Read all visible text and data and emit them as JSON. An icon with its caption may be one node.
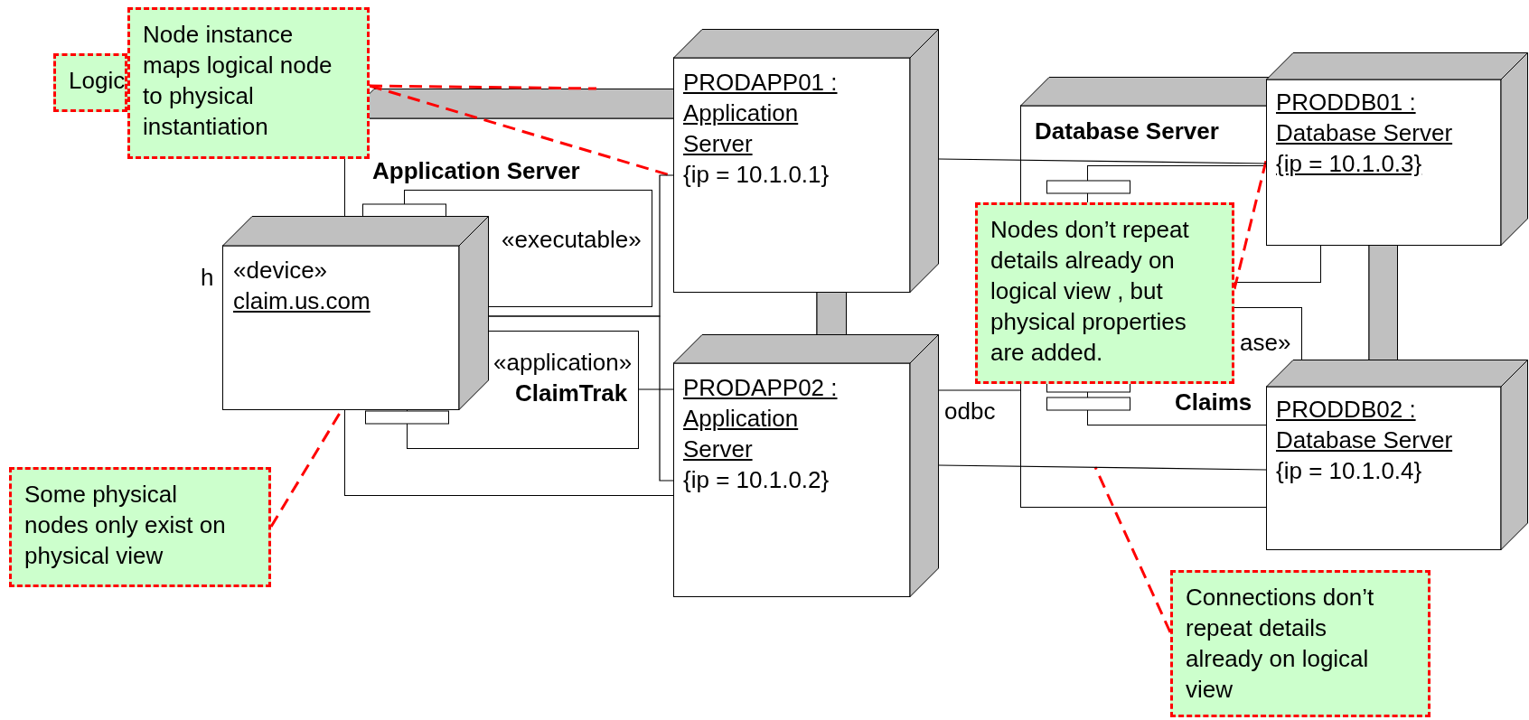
{
  "diagram": {
    "nodes": [
      {
        "text": [
          "Logic"
        ]
      },
      {
        "text": [
          "Node instance maps logical node to physical instantiation"
        ]
      },
      {
        "text": [
          "Application Server"
        ]
      },
      {
        "text": [
          "«executable»"
        ],
        "in": 2
      },
      {
        "text": [
          "«application»",
          "ClaimTrak"
        ],
        "in": 2
      },
      {
        "text": [
          "«device»",
          "claim.us.com"
        ],
        "beside": [
          "h"
        ]
      },
      {
        "text": [
          "PRODAPP01 : Application Server",
          "{ip = 10.1.0.1}"
        ]
      },
      {
        "text": [
          "PRODAPP02 : Application Server",
          "{ip = 10.1.0.2}"
        ]
      },
      {
        "text": [
          "Database Server"
        ]
      },
      {
        "text": [
          "ase»",
          "Claims"
        ],
        "in": 8
      },
      {
        "text": [],
        "shape": "box",
        "in": 8
      },
      {
        "text": [
          "PRODDB01 : Database Server",
          "{ip = 10.1.0.3}"
        ]
      },
      {
        "text": [
          "PRODDB02 : Database Server",
          "{ip = 10.1.0.4}"
        ]
      },
      {
        "text": [
          "Nodes don’t repeat details already on logical view , but physical properties are added."
        ]
      },
      {
        "text": [
          "Some physical nodes only exist on physical view"
        ]
      },
      {
        "text": [
          "Connections don’t repeat details already on logical view"
        ]
      }
    ],
    "edges": [
      {
        "from": 1,
        "to": 6,
        "arrow": "none",
        "style": "dashed",
        "color": "#ff0000"
      },
      {
        "from": 1,
        "to": 2,
        "arrow": "none",
        "style": "dashed",
        "color": "#ff0000"
      },
      {
        "from": 14,
        "to": 5,
        "arrow": "none",
        "style": "dashed",
        "color": "#ff0000"
      },
      {
        "from": 13,
        "to": 11,
        "arrow": "none",
        "style": "dashed",
        "color": "#ff0000"
      },
      {
        "from": 15,
        "to": null,
        "arrow": "none",
        "style": "dashed",
        "color": "#ff0000"
      },
      {
        "from": 6,
        "to": 11,
        "arrow": "none"
      },
      {
        "from": 7,
        "to": 12,
        "arrow": "none"
      },
      {
        "from": 5,
        "to": 6,
        "arrow": "none"
      },
      {
        "from": 5,
        "to": 7,
        "arrow": "none"
      },
      {
        "from": 4,
        "to": 7,
        "arrow": "none"
      },
      {
        "from": 7,
        "to": 8,
        "arrow": "none",
        "label": "odbc"
      }
    ]
  }
}
